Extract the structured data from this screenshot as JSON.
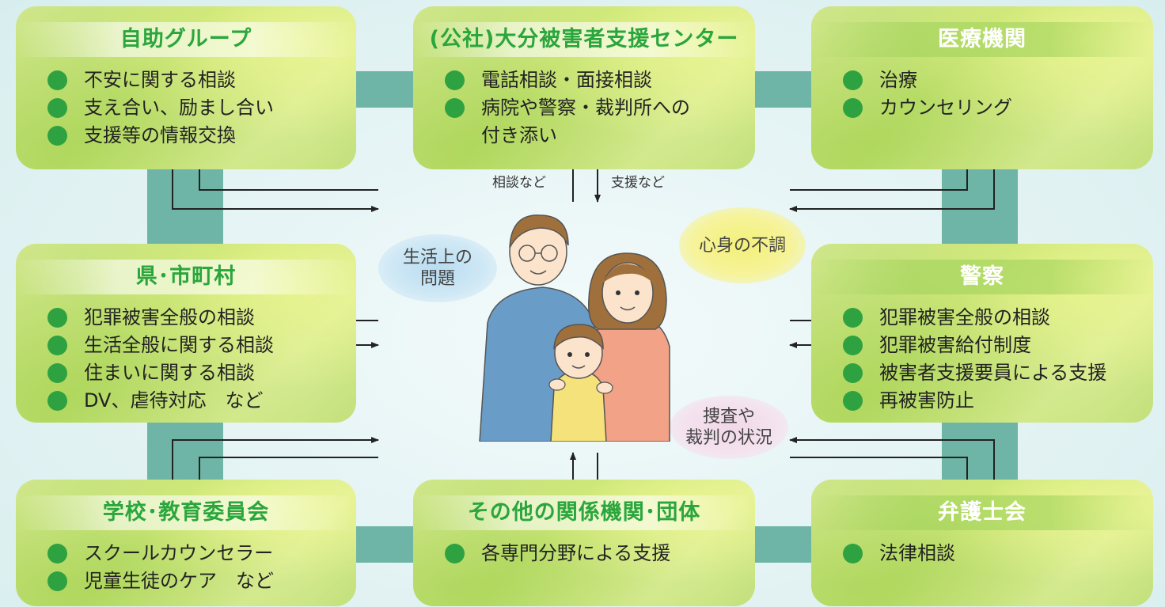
{
  "boxes": {
    "self_help": {
      "title": "自助グループ",
      "items": [
        "不安に関する相談",
        "支え合い、励まし合い",
        "支援等の情報交換"
      ]
    },
    "center": {
      "title": "(公社)大分被害者支援センター",
      "items": [
        "電話相談・面接相談",
        "病院や警察・裁判所への"
      ],
      "continuation": "付き添い"
    },
    "medical": {
      "title": "医療機関",
      "items": [
        "治療",
        "カウンセリング"
      ]
    },
    "prefecture": {
      "title": "県･市町村",
      "items": [
        "犯罪被害全般の相談",
        "生活全般に関する相談",
        "住まいに関する相談",
        "DV、虐待対応　など"
      ]
    },
    "police": {
      "title": "警察",
      "items": [
        "犯罪被害全般の相談",
        "犯罪被害給付制度",
        "被害者支援要員による支援",
        "再被害防止"
      ]
    },
    "school": {
      "title": "学校･教育委員会",
      "items": [
        "スクールカウンセラー",
        "児童生徒のケア　など"
      ]
    },
    "other": {
      "title": "その他の関係機関･団体",
      "items": [
        "各専門分野による支援"
      ]
    },
    "lawyers": {
      "title": "弁護士会",
      "items": [
        "法律相談"
      ]
    }
  },
  "labels": {
    "consult": "相談など",
    "support": "支援など"
  },
  "bubbles": {
    "life": [
      "生活上の",
      "問題"
    ],
    "mind": "心身の不調",
    "investigation": [
      "捜査や",
      "裁判の状況"
    ]
  },
  "colors": {
    "title_green": "#2aa63c",
    "bullet": "#2ea241",
    "connector": "#6fb5a7"
  },
  "icons": {
    "bullet": "green-dot-icon",
    "family": "family-illustration"
  }
}
